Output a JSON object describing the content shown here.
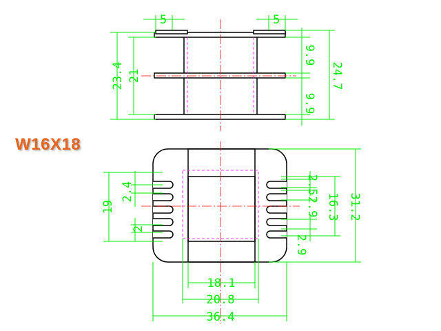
{
  "title": "W16X18",
  "dimensions": {
    "top_left_width": "5",
    "top_right_width": "5",
    "height_23_4": "23.4",
    "height_21": "21",
    "gap_upper": "9.9",
    "gap_lower": "9.9",
    "height_24_7": "24.7",
    "height_19": "19",
    "slot_2_4": "2.4",
    "slot_2": "2",
    "slot_2_5": "2.5",
    "slot_2_9a": "2.9",
    "slot_2_9b": "2.9",
    "height_16_3": "16.3",
    "height_31_2": "31.2",
    "width_18_1": "18.1",
    "width_20_8": "20.8",
    "width_36_4": "36.4"
  },
  "colors": {
    "dimension": "#00ee00",
    "outline": "#000000",
    "centerline": "#ff0000",
    "hidden": "#ff00ff",
    "title": "#e8631c"
  }
}
